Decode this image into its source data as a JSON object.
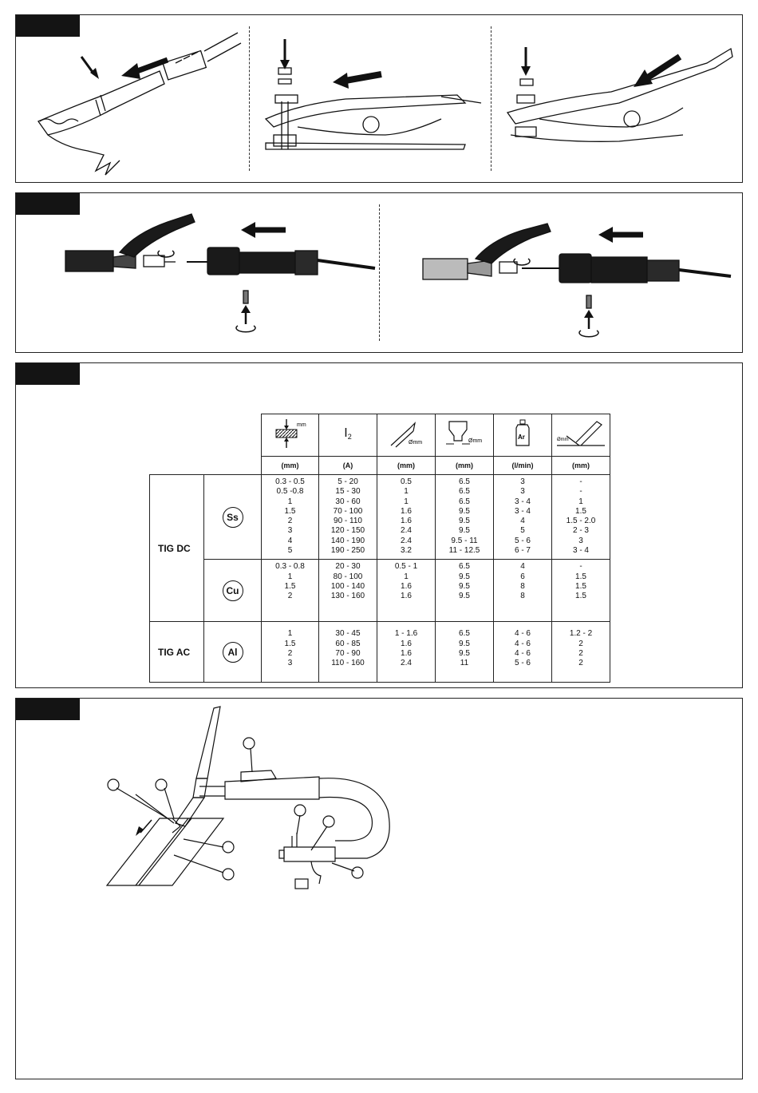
{
  "welding_table": {
    "units": [
      "(mm)",
      "(A)",
      "(mm)",
      "(mm)",
      "(l/min)",
      "(mm)"
    ],
    "icons": [
      "workpiece-thickness-icon",
      "current-i2-icon",
      "electrode-diameter-icon",
      "nozzle-diameter-icon",
      "argon-flow-icon",
      "filler-rod-icon"
    ],
    "icon_text": {
      "mm": "mm",
      "i2": "I",
      "i2_sub": "2",
      "omm": "Ømm",
      "ar": "Ar"
    },
    "groups": [
      {
        "process": "TIG DC",
        "materials": [
          {
            "symbol": "Ss",
            "thickness": [
              "0.3 - 0.5",
              "0.5 -0.8",
              "1",
              "1.5",
              "2",
              "3",
              "4",
              "5"
            ],
            "current": [
              "5 - 20",
              "15 - 30",
              "30 - 60",
              "70 - 100",
              "90 - 110",
              "120 - 150",
              "140 - 190",
              "190 - 250"
            ],
            "electrode": [
              "0.5",
              "1",
              "1",
              "1.6",
              "1.6",
              "2.4",
              "2.4",
              "3.2"
            ],
            "nozzle": [
              "6.5",
              "6.5",
              "6.5",
              "9.5",
              "9.5",
              "9.5",
              "9.5 - 11",
              "11 - 12.5"
            ],
            "flow": [
              "3",
              "3",
              "3 - 4",
              "3 - 4",
              "4",
              "5",
              "5 - 6",
              "6 - 7"
            ],
            "filler": [
              "-",
              "-",
              "1",
              "1.5",
              "1.5 - 2.0",
              "2 - 3",
              "3",
              "3 - 4"
            ]
          },
          {
            "symbol": "Cu",
            "thickness": [
              "0.3 - 0.8",
              "1",
              "1.5",
              "2"
            ],
            "current": [
              "20 - 30",
              "80 - 100",
              "100 - 140",
              "130 - 160"
            ],
            "electrode": [
              "0.5 - 1",
              "1",
              "1.6",
              "1.6"
            ],
            "nozzle": [
              "6.5",
              "9.5",
              "9.5",
              "9.5"
            ],
            "flow": [
              "4",
              "6",
              "8",
              "8"
            ],
            "filler": [
              "-",
              "1.5",
              "1.5",
              "1.5"
            ]
          }
        ]
      },
      {
        "process": "TIG AC",
        "materials": [
          {
            "symbol": "Al",
            "thickness": [
              "1",
              "1.5",
              "2",
              "3"
            ],
            "current": [
              "30 - 45",
              "60 - 85",
              "70 - 90",
              "110 - 160"
            ],
            "electrode": [
              "1 - 1.6",
              "1.6",
              "1.6",
              "2.4"
            ],
            "nozzle": [
              "6.5",
              "9.5",
              "9.5",
              "11"
            ],
            "flow": [
              "4 - 6",
              "4 - 6",
              "4 - 6",
              "5 - 6"
            ],
            "filler": [
              "1.2 - 2",
              "2",
              "2",
              "2"
            ]
          }
        ]
      }
    ]
  },
  "figures": {
    "panel1": [
      "earth-clamp-cable-assembly",
      "earth-clamp-bolt-assembly",
      "earth-clamp-bolt-assembly-variant"
    ],
    "panel2": [
      "electrode-holder-assembly",
      "electrode-holder-assembly-variant"
    ],
    "panel4": "tig-torch-overview"
  },
  "colors": {
    "tag": "#141414",
    "line": "#222222"
  }
}
